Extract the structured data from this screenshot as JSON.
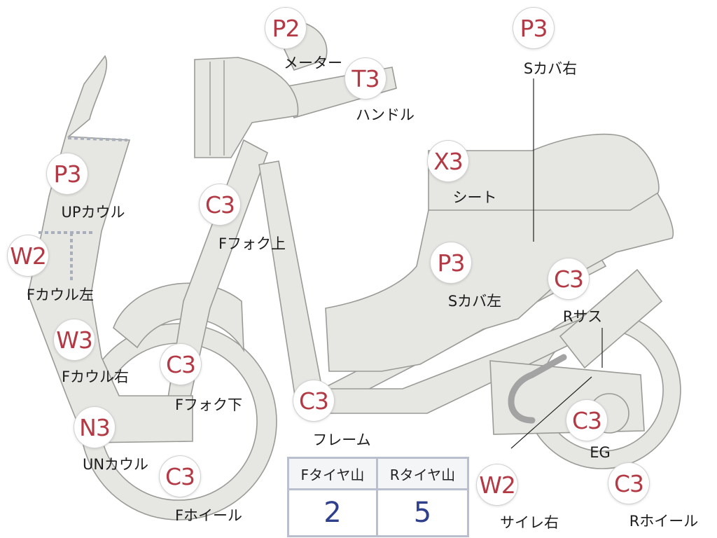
{
  "parts": [
    {
      "id": "meter",
      "code": "P2",
      "label": "メーター"
    },
    {
      "id": "handle",
      "code": "T3",
      "label": "ハンドル"
    },
    {
      "id": "side-cover-r",
      "code": "P3",
      "label": "Sカバ右"
    },
    {
      "id": "seat",
      "code": "X3",
      "label": "シート"
    },
    {
      "id": "up-cowl",
      "code": "P3",
      "label": "UPカウル"
    },
    {
      "id": "f-fork-upper",
      "code": "C3",
      "label": "Fフォク上"
    },
    {
      "id": "f-cowl-left",
      "code": "W2",
      "label": "Fカウル左"
    },
    {
      "id": "side-cover-l",
      "code": "P3",
      "label": "Sカバ左"
    },
    {
      "id": "r-sus",
      "code": "C3",
      "label": "Rサス"
    },
    {
      "id": "f-cowl-right",
      "code": "W3",
      "label": "Fカウル右"
    },
    {
      "id": "f-fork-lower",
      "code": "C3",
      "label": "Fフォク下"
    },
    {
      "id": "frame",
      "code": "C3",
      "label": "フレーム"
    },
    {
      "id": "un-cowl",
      "code": "N3",
      "label": "UNカウル"
    },
    {
      "id": "engine",
      "code": "C3",
      "label": "EG"
    },
    {
      "id": "f-wheel",
      "code": "C3",
      "label": "Fホイール"
    },
    {
      "id": "muffler-r",
      "code": "W2",
      "label": "サイレ右"
    },
    {
      "id": "r-wheel",
      "code": "C3",
      "label": "Rホイール"
    }
  ],
  "tire_table": {
    "front_header": "Fタイヤ山",
    "rear_header": "Rタイヤ山",
    "front_value": "2",
    "rear_value": "5"
  },
  "colors": {
    "code_text": "#b33a45",
    "tire_value": "#2e3f8c",
    "part_fill": "#e6e6e2",
    "part_outline": "#9a9a96"
  }
}
